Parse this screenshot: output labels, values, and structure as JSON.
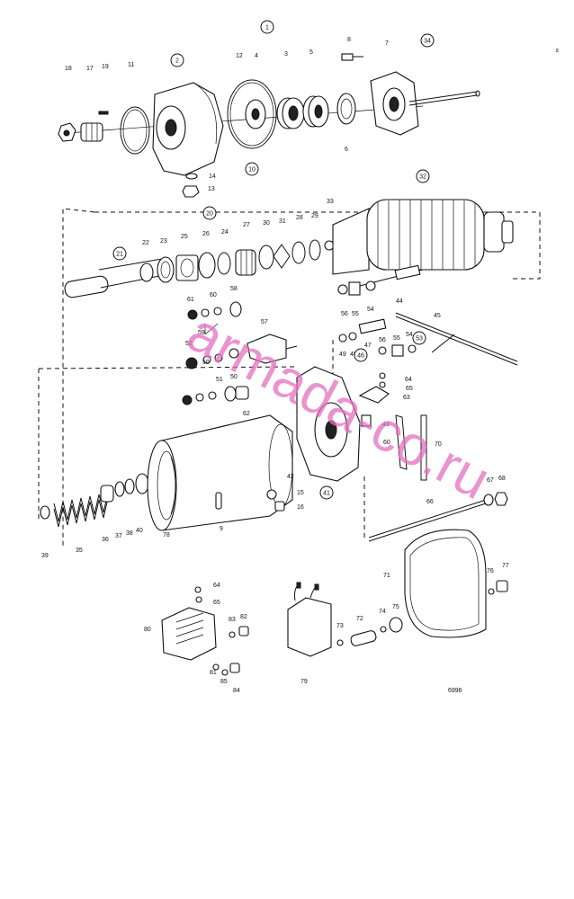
{
  "diagram": {
    "drawing_number": "6996",
    "watermark": "armada-co.ru",
    "margin_mark": "ε",
    "callouts": [
      {
        "id": "c1",
        "text": "1"
      },
      {
        "id": "c2",
        "text": "2"
      },
      {
        "id": "c10",
        "text": "10"
      },
      {
        "id": "c20",
        "text": "20"
      },
      {
        "id": "c21",
        "text": "21"
      },
      {
        "id": "c32",
        "text": "32"
      },
      {
        "id": "c34",
        "text": "34"
      },
      {
        "id": "c41",
        "text": "41"
      },
      {
        "id": "c46",
        "text": "46"
      },
      {
        "id": "c53",
        "text": "53"
      }
    ],
    "labels": [
      "18",
      "17",
      "19",
      "11",
      "12",
      "4",
      "3",
      "5",
      "8",
      "7",
      "14",
      "13",
      "6",
      "22",
      "23",
      "25",
      "26",
      "24",
      "27",
      "30",
      "31",
      "28",
      "29",
      "33",
      "56",
      "55",
      "54",
      "44",
      "61",
      "60",
      "58",
      "59",
      "57",
      "52",
      "51",
      "50",
      "62",
      "50",
      "45",
      "49",
      "48",
      "47",
      "56",
      "55",
      "54",
      "64",
      "65",
      "63",
      "43",
      "39",
      "35",
      "36",
      "37",
      "38",
      "40",
      "78",
      "9",
      "42",
      "15",
      "16",
      "60",
      "70",
      "67",
      "68",
      "66",
      "71",
      "76",
      "77",
      "64",
      "65",
      "80",
      "83",
      "82",
      "81",
      "85",
      "84",
      "79",
      "73",
      "72",
      "74",
      "75"
    ]
  }
}
